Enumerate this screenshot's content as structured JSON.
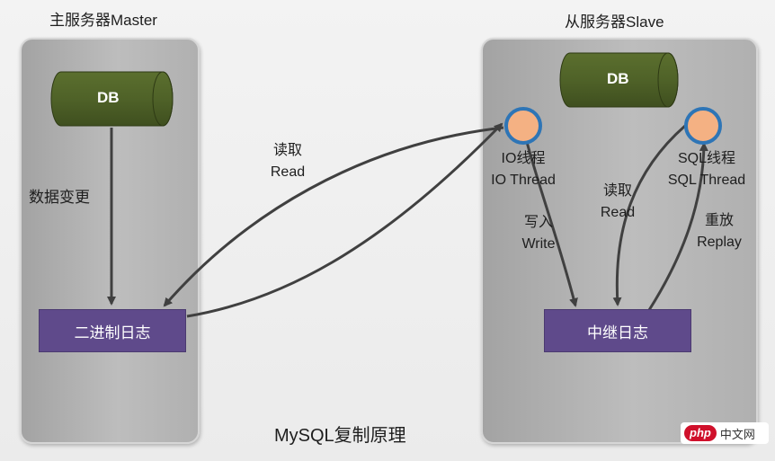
{
  "master": {
    "title": "主服务器Master",
    "db_label": "DB",
    "change_label": "数据变更",
    "binlog_label": "二进制日志"
  },
  "slave": {
    "title": "从服务器Slave",
    "db_label": "DB",
    "io_thread_label_cn": "IO线程",
    "io_thread_label_en": "IO Thread",
    "sql_thread_label_cn": "SQL线程",
    "sql_thread_label_en": "SQL Thread",
    "relaylog_label": "中继日志",
    "write_cn": "写入",
    "write_en": "Write",
    "read_cn": "读取",
    "read_en": "Read",
    "replay_cn": "重放",
    "replay_en": "Replay"
  },
  "link": {
    "read_cn": "读取",
    "read_en": "Read"
  },
  "caption": "MySQL复制原理",
  "watermark": {
    "logo": "php",
    "text": "中文网"
  },
  "colors": {
    "db_fill": "#4f6228",
    "box_fill": "#5f4a8b",
    "thread_fill": "#f4b183",
    "thread_ring": "#2e75b6",
    "arrow": "#404040"
  }
}
